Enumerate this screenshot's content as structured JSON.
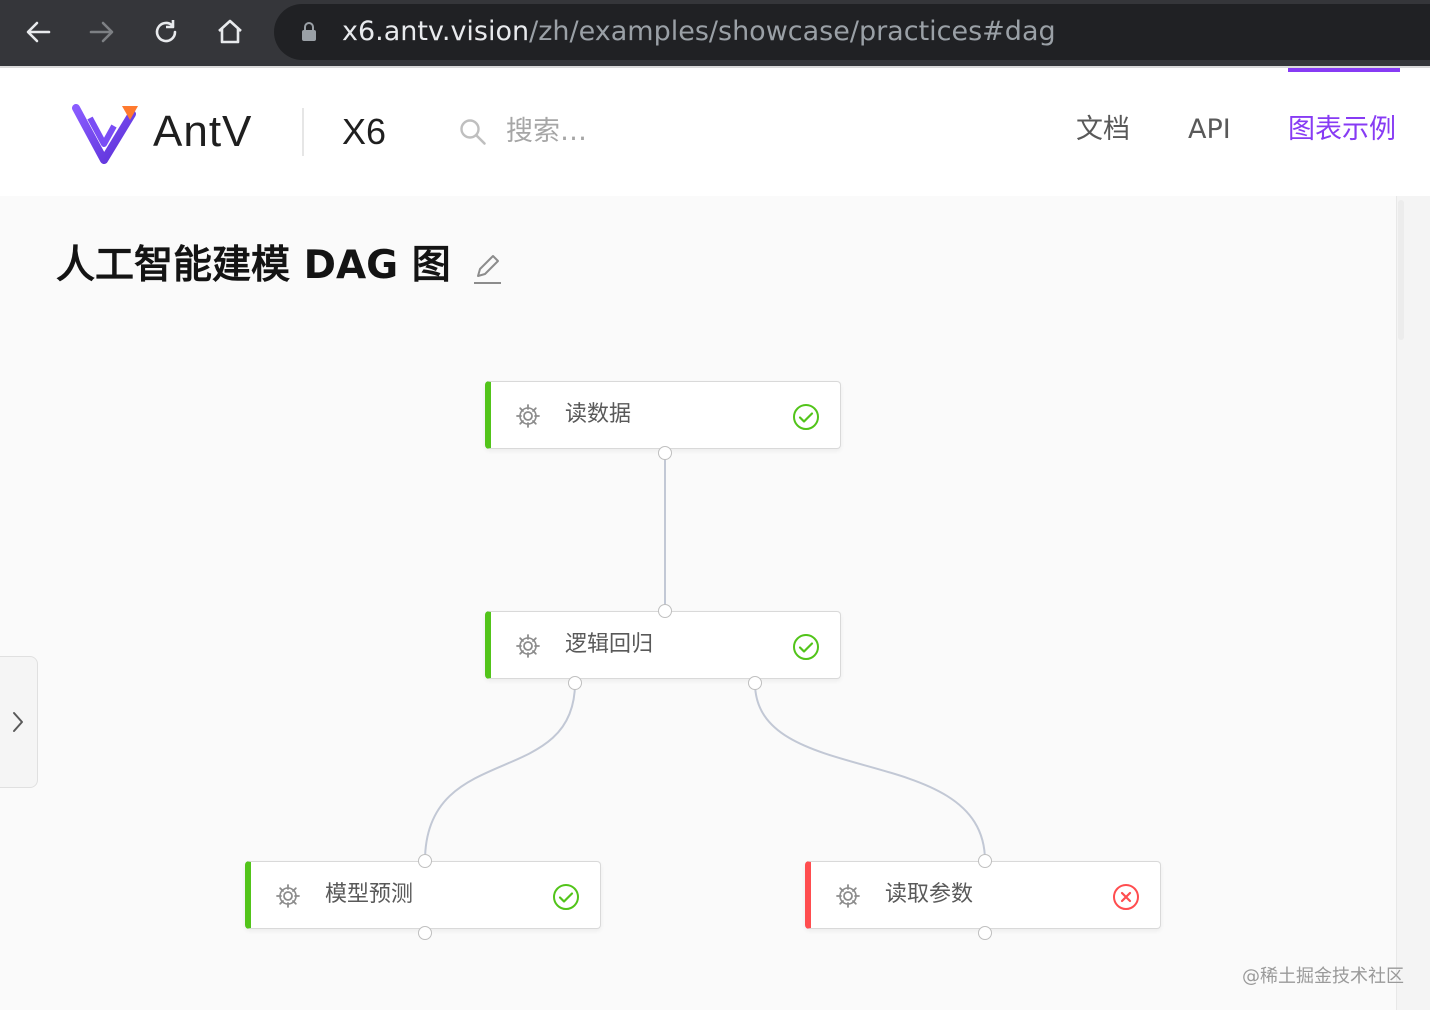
{
  "browser": {
    "url_host": "x6.antv.vision",
    "url_path": "/zh/examples/showcase/practices#dag"
  },
  "header": {
    "brand": "AntV",
    "product": "X6",
    "search_placeholder": "搜索…",
    "nav": [
      {
        "label": "文档",
        "active": false
      },
      {
        "label": "API",
        "active": false
      },
      {
        "label": "图表示例",
        "active": true
      }
    ]
  },
  "page": {
    "title": "人工智能建模 DAG 图"
  },
  "dag": {
    "nodes": [
      {
        "id": "read-data",
        "label": "读数据",
        "status": "success"
      },
      {
        "id": "logistic-regression",
        "label": "逻辑回归",
        "status": "success"
      },
      {
        "id": "model-predict",
        "label": "模型预测",
        "status": "success"
      },
      {
        "id": "read-params",
        "label": "读取参数",
        "status": "failed"
      }
    ],
    "edges": [
      {
        "source": "read-data",
        "target": "logistic-regression"
      },
      {
        "source": "logistic-regression",
        "target": "model-predict"
      },
      {
        "source": "logistic-regression",
        "target": "read-params"
      }
    ]
  },
  "colors": {
    "accent": "#873bf4",
    "success": "#52c41a",
    "error": "#ff4d4f",
    "edge": "#c2c8d5"
  },
  "watermark": "@稀土掘金技术社区"
}
